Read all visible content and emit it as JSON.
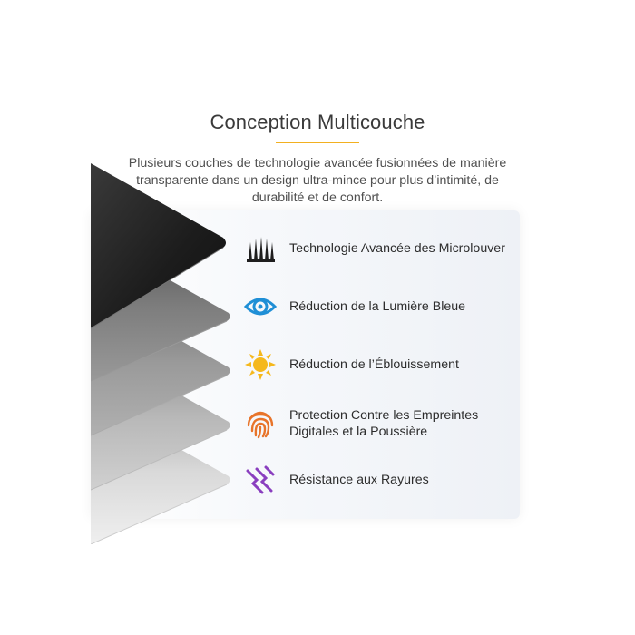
{
  "header": {
    "title": "Conception Multicouche",
    "subtitle": "Plusieurs couches de technologie avancée fusionnées de manière transparente dans un design ultra-mince pour plus d’intimité, de durabilité et de confort.",
    "accent_color": "#f2b020"
  },
  "features": [
    {
      "label": "Technologie Avancée des Microlouver",
      "icon": "microlouver-icon",
      "color": "#1e1e1e"
    },
    {
      "label": "Réduction de la Lumière Bleue",
      "icon": "eye-icon",
      "color": "#1f8fd6"
    },
    {
      "label": "Réduction de l’Éblouissement",
      "icon": "sun-icon",
      "color": "#f5b81c"
    },
    {
      "label": "Protection Contre les Empreintes Digitales et la Poussière",
      "icon": "fingerprint-icon",
      "color": "#e8742a"
    },
    {
      "label": "Résistance aux Rayures",
      "icon": "scratch-icon",
      "color": "#8a3fbf"
    }
  ]
}
